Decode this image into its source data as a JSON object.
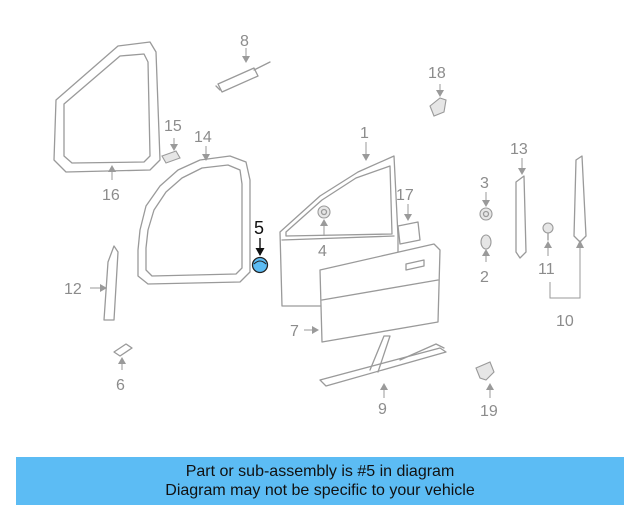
{
  "colors": {
    "highlight": "#5cbcf4",
    "part_stroke": "#9a9a9a",
    "label": "#8c8c8c",
    "highlight_label": "#111111"
  },
  "callouts": {
    "c1": "1",
    "c2": "2",
    "c3": "3",
    "c4": "4",
    "c5": "5",
    "c6": "6",
    "c7": "7",
    "c8": "8",
    "c9": "9",
    "c10": "10",
    "c11": "11",
    "c12": "12",
    "c13": "13",
    "c14": "14",
    "c15": "15",
    "c16": "16",
    "c17": "17",
    "c18": "18",
    "c19": "19"
  },
  "highlighted_part": "5",
  "banner": {
    "line1": "Part or sub-assembly is #5 in diagram",
    "line2": "Diagram may not be specific to your vehicle"
  }
}
